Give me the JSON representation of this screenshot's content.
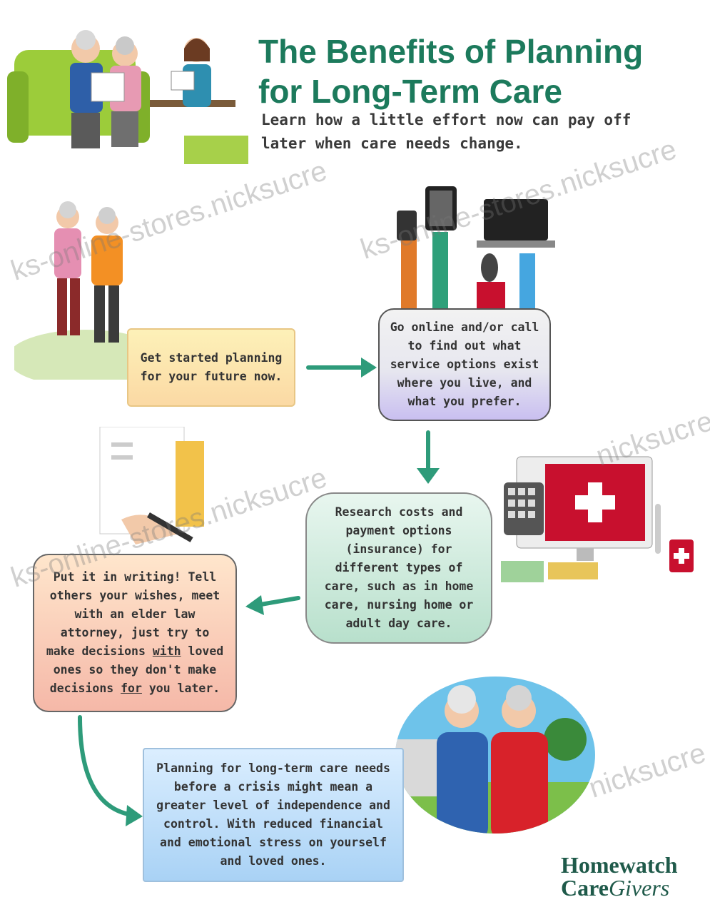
{
  "header": {
    "title_line1": "The Benefits of Planning",
    "title_line2": "for Long-Term Care",
    "subtitle_line1": "Learn how a little effort now can pay off",
    "subtitle_line2": "later when care needs change."
  },
  "steps": {
    "step1": "Get started planning for your future now.",
    "step2": "Go online and/or call to find out what service options exist where you live, and what you prefer.",
    "step3": "Research costs and payment options (insurance) for different types of care, such as in home care, nursing home or adult day care.",
    "step4_part1": "Put it in writing! Tell others your wishes, meet with an elder law attorney, just try to make decisions ",
    "step4_with": "with",
    "step4_part2": " loved ones so they don't make decisions ",
    "step4_for": "for",
    "step4_part3": " you later.",
    "step5": "Planning for long-term care needs before a crisis might mean a greater level of independence and control. With reduced financial and emotional stress on yourself and loved ones."
  },
  "logo": {
    "line1": "Homewatch",
    "line2a": "Care",
    "line2b": "Givers"
  },
  "watermark": {
    "text1": "ks-online-stores.nicksucre",
    "text2": "ks-online-stores.nicksucre",
    "text3": "ks-online-stores.nicksucre",
    "text4": "nicksucre",
    "text5": "nicksucre"
  },
  "colors": {
    "title": "#1c7a5c",
    "arrow": "#2e9b7a",
    "red_cross": "#c8102e"
  }
}
